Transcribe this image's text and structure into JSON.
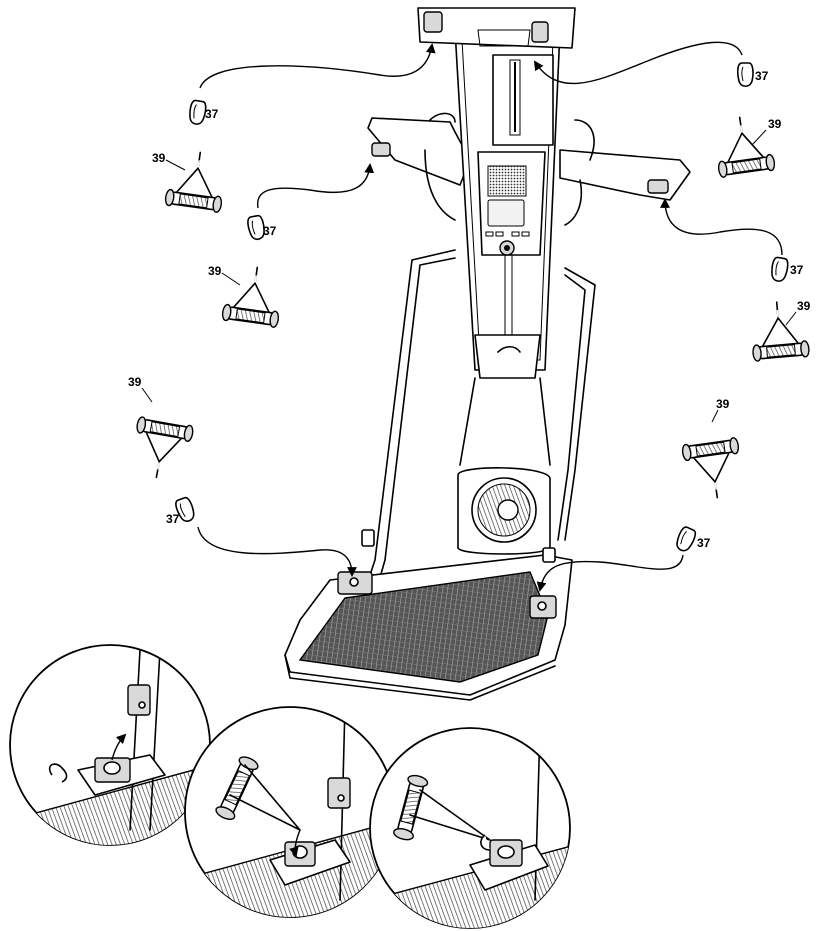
{
  "labels": {
    "carabiner_part": "37",
    "handle_part": "39"
  },
  "callouts": [
    {
      "id": "c37-top-left",
      "text": "37"
    },
    {
      "id": "c39-top-left",
      "text": "39"
    },
    {
      "id": "c37-mid-left",
      "text": "37"
    },
    {
      "id": "c39-mid-left",
      "text": "39"
    },
    {
      "id": "c39-low-left",
      "text": "39"
    },
    {
      "id": "c37-low-left",
      "text": "37"
    },
    {
      "id": "c37-top-right",
      "text": "37"
    },
    {
      "id": "c39-top-right",
      "text": "39"
    },
    {
      "id": "c37-mid-right",
      "text": "37"
    },
    {
      "id": "c39-mid-right",
      "text": "39"
    },
    {
      "id": "c39-low-right",
      "text": "39"
    },
    {
      "id": "c37-low-right",
      "text": "37"
    }
  ],
  "colors": {
    "line": "#000000",
    "background": "#ffffff",
    "shade": "#d9d9d9"
  }
}
